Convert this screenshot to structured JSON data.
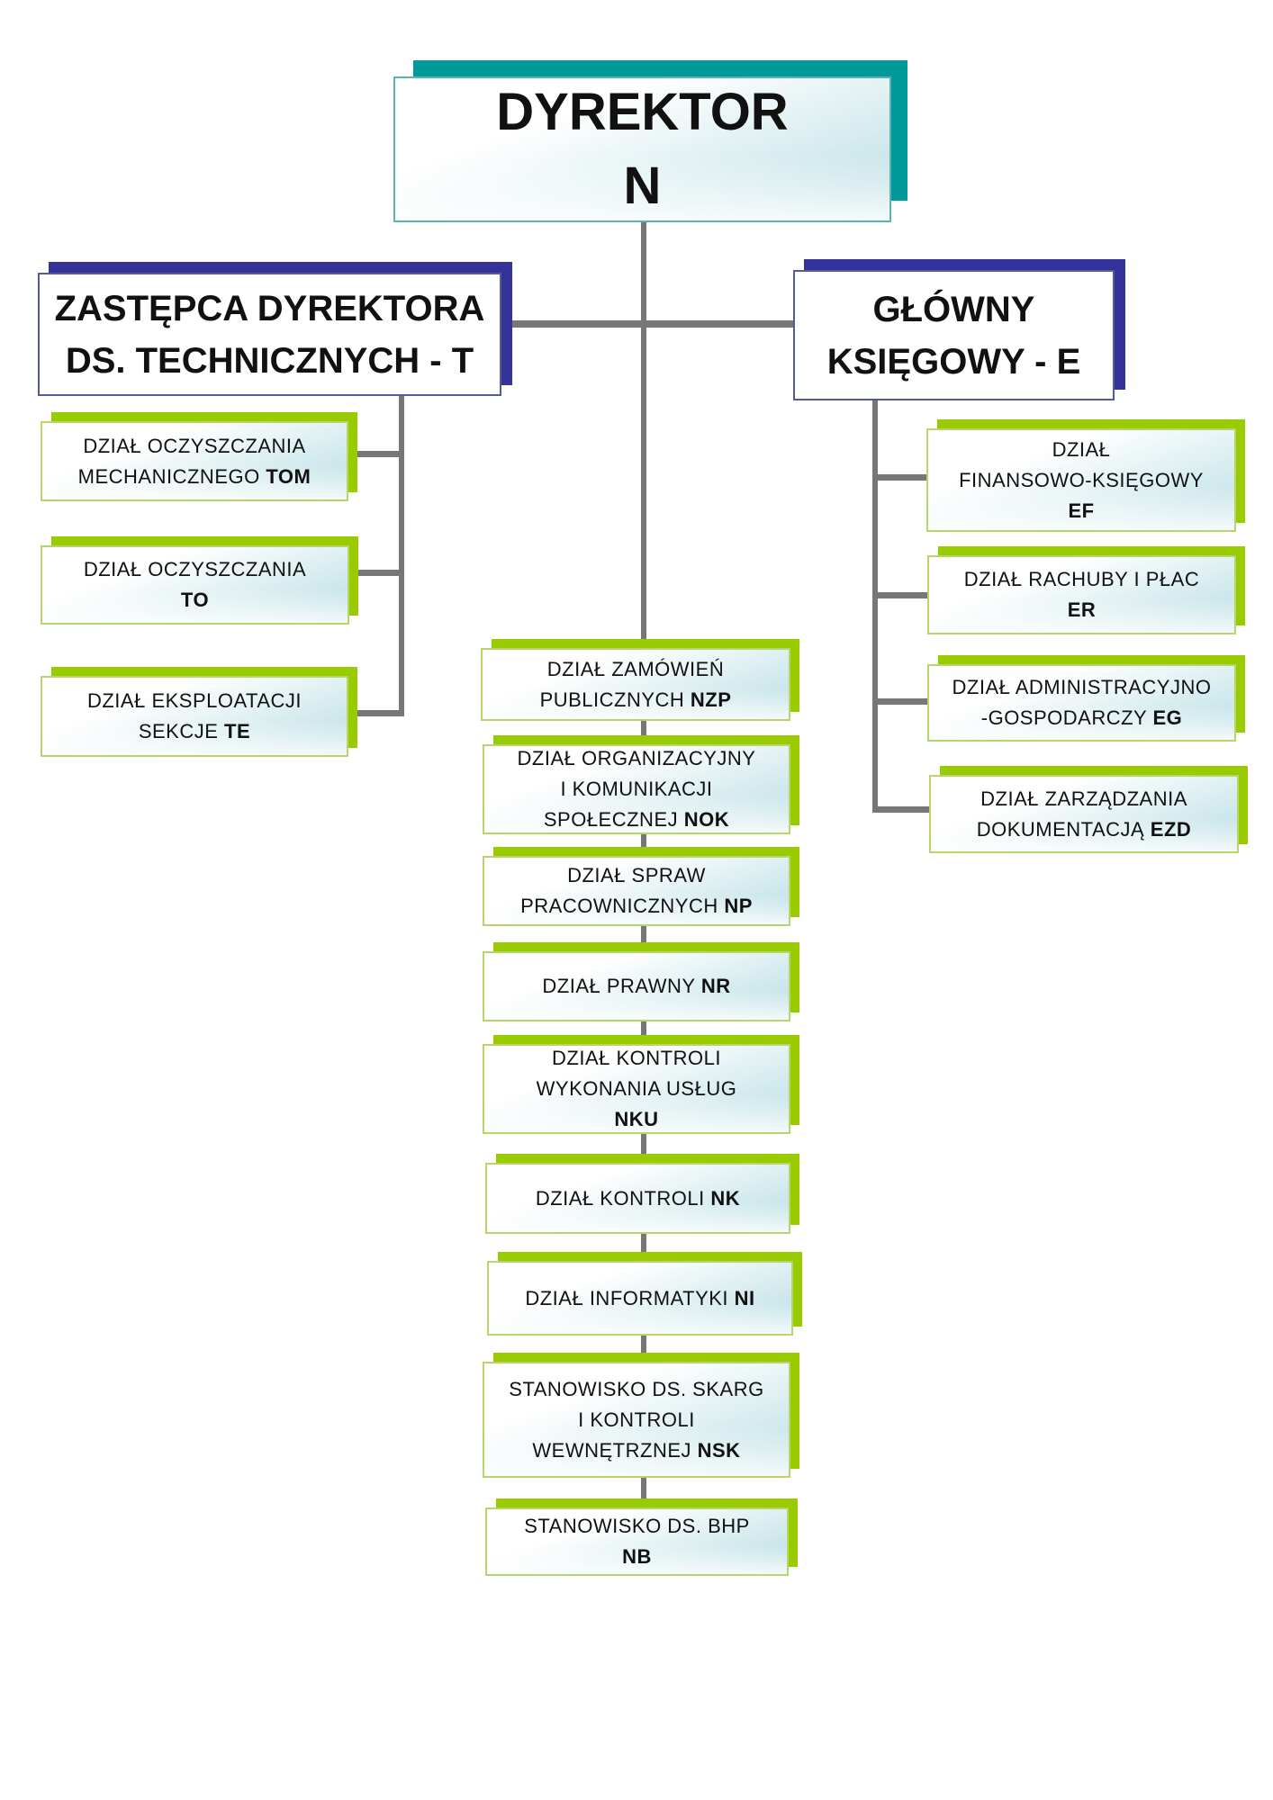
{
  "colors": {
    "connector": "#777777",
    "director_accent": "#009999",
    "deputy_accent": "#333399",
    "department_accent": "#99cc00"
  },
  "director": {
    "title": "DYREKTOR",
    "code": "N"
  },
  "deputy_technical": {
    "line1": "ZASTĘPCA DYREKTORA",
    "line2": "DS. TECHNICZNYCH - T"
  },
  "chief_accountant": {
    "line1": "GŁÓWNY",
    "line2": "KSIĘGOWY - E"
  },
  "technical_departments": [
    {
      "lines": [
        "DZIAŁ OCZYSZCZANIA",
        "MECHANICZNEGO "
      ],
      "code": "TOM"
    },
    {
      "lines": [
        "DZIAŁ OCZYSZCZANIA",
        ""
      ],
      "code": "TO"
    },
    {
      "lines": [
        "DZIAŁ EKSPLOATACJI",
        "SEKCJE "
      ],
      "code": "TE"
    }
  ],
  "finance_departments": [
    {
      "lines": [
        "DZIAŁ",
        "FINANSOWO-KSIĘGOWY",
        ""
      ],
      "code": "EF"
    },
    {
      "lines": [
        "DZIAŁ RACHUBY I PŁAC",
        ""
      ],
      "code": "ER"
    },
    {
      "lines": [
        "DZIAŁ ADMINISTRACYJNO",
        "-GOSPODARCZY "
      ],
      "code": "EG"
    },
    {
      "lines": [
        "DZIAŁ ZARZĄDZANIA",
        "DOKUMENTACJĄ "
      ],
      "code": "EZD"
    }
  ],
  "director_departments": [
    {
      "lines": [
        "DZIAŁ ZAMÓWIEŃ",
        "PUBLICZNYCH "
      ],
      "code": "NZP"
    },
    {
      "lines": [
        "DZIAŁ ORGANIZACYJNY",
        "I KOMUNIKACJI",
        "SPOŁECZNEJ "
      ],
      "code": "NOK"
    },
    {
      "lines": [
        "DZIAŁ SPRAW",
        "PRACOWNICZNYCH "
      ],
      "code": "NP"
    },
    {
      "lines": [
        "DZIAŁ PRAWNY "
      ],
      "code": "NR"
    },
    {
      "lines": [
        "DZIAŁ KONTROLI",
        "WYKONANIA USŁUG",
        ""
      ],
      "code": "NKU"
    },
    {
      "lines": [
        "DZIAŁ KONTROLI "
      ],
      "code": "NK"
    },
    {
      "lines": [
        "DZIAŁ INFORMATYKI "
      ],
      "code": "NI"
    },
    {
      "lines": [
        "STANOWISKO DS. SKARG",
        "I KONTROLI",
        "WEWNĘTRZNEJ "
      ],
      "code": "NSK"
    },
    {
      "lines": [
        "STANOWISKO DS. BHP",
        ""
      ],
      "code": "NB"
    }
  ]
}
